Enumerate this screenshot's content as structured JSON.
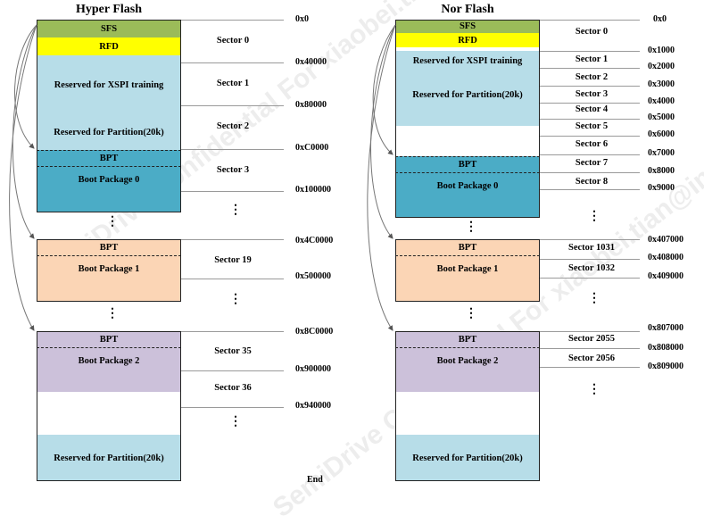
{
  "titles": {
    "hyper": "Hyper Flash",
    "nor": "Nor Flash"
  },
  "hyper": {
    "blocks": {
      "sfs": "SFS",
      "rfd": "RFD",
      "xspi": "Reserved for XSPI training",
      "part": "Reserved for Partition(20k)",
      "bpt0": "BPT",
      "bp0": "Boot Package 0",
      "bpt1": "BPT",
      "bp1": "Boot Package 1",
      "bpt2": "BPT",
      "bp2": "Boot Package 2",
      "end_part": "Reserved for Partition(20k)"
    },
    "sectors": {
      "s0": "Sector 0",
      "s1": "Sector 1",
      "s2": "Sector 2",
      "s3": "Sector 3",
      "s19": "Sector 19",
      "s35": "Sector 35",
      "s36": "Sector 36"
    },
    "addresses": {
      "a0": "0x0",
      "a1": "0x40000",
      "a2": "0x80000",
      "a3": "0xC0000",
      "a4": "0x100000",
      "a5": "0x4C0000",
      "a6": "0x500000",
      "a7": "0x8C0000",
      "a8": "0x900000",
      "a9": "0x940000",
      "end": "End"
    }
  },
  "nor": {
    "blocks": {
      "sfs": "SFS",
      "rfd": "RFD",
      "xspi": "Reserved for XSPI  training",
      "part": "Reserved for Partition(20k)",
      "bpt0": "BPT",
      "bp0": "Boot Package 0",
      "bpt1": "BPT",
      "bp1": "Boot Package 1",
      "bpt2": "BPT",
      "bp2": "Boot Package 2",
      "end_part": "Reserved for Partition(20k)"
    },
    "sectors": {
      "s0": "Sector 0",
      "s1": "Sector 1",
      "s2": "Sector 2",
      "s3": "Sector 3",
      "s4": "Sector 4",
      "s5": "Sector 5",
      "s6": "Sector 6",
      "s7": "Sector 7",
      "s8": "Sector 8",
      "s1031": "Sector 1031",
      "s1032": "Sector 1032",
      "s2055": "Sector 2055",
      "s2056": "Sector 2056"
    },
    "addresses": {
      "a0": "0x0",
      "a1": "0x1000",
      "a2": "0x2000",
      "a3": "0x3000",
      "a4": "0x4000",
      "a5": "0x5000",
      "a6": "0x6000",
      "a7": "0x7000",
      "a8": "0x8000",
      "a9": "0x9000",
      "a10": "0x407000",
      "a11": "0x408000",
      "a12": "0x409000",
      "a13": "0x807000",
      "a14": "0x808000",
      "a15": "0x809000"
    }
  },
  "ellipsis": "⋮",
  "watermark": "SemiDrive Confidential For xiaobei.tian@innolight.com use",
  "colors": {
    "sfs": "#9bbb59",
    "rfd": "#ffff00",
    "reserved": "#b7dde8",
    "boot0": "#4bacc6",
    "boot1": "#fbd5b5",
    "boot2": "#ccc1da"
  }
}
